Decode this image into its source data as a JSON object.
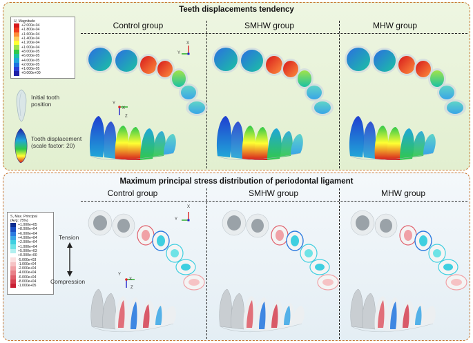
{
  "top_panel": {
    "title": "Teeth displacements tendency",
    "groups": [
      "Control group",
      "SMHW group",
      "MHW group"
    ],
    "legend": {
      "title": "U, Magnitude",
      "values": [
        "+2.000e-04",
        "+1.800e-04",
        "+1.600e-04",
        "+1.400e-04",
        "+1.200e-04",
        "+1.000e-04",
        "+8.000e-05",
        "+6.000e-05",
        "+4.000e-05",
        "+2.000e-05",
        "+1.000e-05",
        "+0.000e+00"
      ],
      "colors": [
        "#d7191c",
        "#f03b20",
        "#fd8d3c",
        "#fecc5c",
        "#ffff33",
        "#a1e34a",
        "#31c94a",
        "#1bc2a3",
        "#21a6d8",
        "#1e73e0",
        "#2b3fd6",
        "#1f1fa8"
      ]
    },
    "initial_label": "Initial tooth position",
    "displacement_label": "Tooth displacement (scale factor: 20)",
    "axes": {
      "x": "X",
      "y": "Y",
      "z": "Z"
    }
  },
  "bottom_panel": {
    "title": "Maximum principal stress distribution of periodontal ligament",
    "groups": [
      "Control group",
      "SMHW group",
      "MHW group"
    ],
    "legend": {
      "title": "S, Max. Principal",
      "subtitle": "(Avg: 75%)",
      "values": [
        "+1.000e+05",
        "+8.000e+04",
        "+6.000e+04",
        "+4.000e+04",
        "+2.000e+04",
        "+1.000e+04",
        "+5.000e+03",
        "+0.000e+00",
        "-5.000e+03",
        "-1.000e+04",
        "-2.000e+04",
        "-4.000e+04",
        "-6.000e+04",
        "-8.000e+04",
        "-1.000e+05"
      ],
      "colors": [
        "#0b2c8f",
        "#1a4fc2",
        "#2c7be0",
        "#3aa6e6",
        "#3fcfe0",
        "#6fe3e6",
        "#b2f0f0",
        "#ffffff",
        "#fbe0e0",
        "#f6c2c4",
        "#f0a1a6",
        "#e98189",
        "#e0606c",
        "#d64050",
        "#c81f33"
      ]
    },
    "tension_label": "Tension",
    "compression_label": "Compression",
    "axes": {
      "x": "X",
      "y": "Y",
      "z": "Z"
    }
  }
}
